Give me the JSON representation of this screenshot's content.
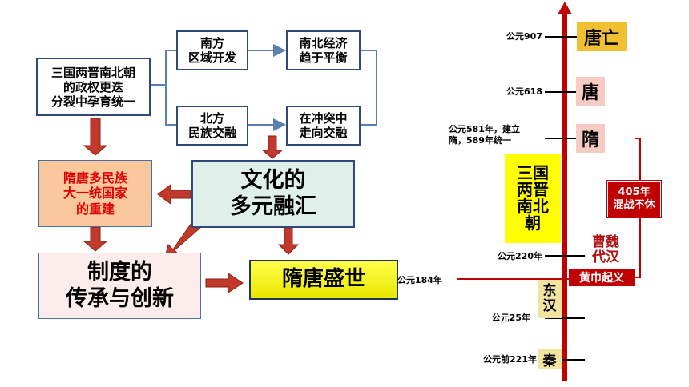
{
  "flowchart": {
    "origin": "三国两晋南北朝\n的政权更迭\n分裂中孕育统一",
    "south_dev": "南方\n区域开发",
    "north_fusion": "北方\n民族交融",
    "economy_balance": "南北经济\n趋于平衡",
    "conflict_fusion": "在冲突中\n走向交融",
    "culture": "文化的\n多元融汇",
    "reunification": "隋唐多民族\n大一统国家\n的重建",
    "institutions": "制度的\n传承与创新",
    "prosperity": "隋唐盛世"
  },
  "timeline": {
    "ticks": [
      {
        "year": "公元907",
        "era": "唐亡"
      },
      {
        "year": "公元618",
        "era": "唐"
      },
      {
        "year": "公元581年，建立\n隋，589年统一",
        "era": "隋"
      },
      {
        "year": "公元220年",
        "era": ""
      },
      {
        "year": "公元184年",
        "era": ""
      },
      {
        "year": "公元25年",
        "era": ""
      },
      {
        "year": "公元前221年",
        "era": "秦"
      }
    ],
    "three_kingdoms": "三国\n两晋\n南北\n朝",
    "cao_wei": "曹魏\n代汉",
    "yellow_turban": "黄巾起义",
    "eastern_han": "东\n汉",
    "war_years": "405年\n混战不休"
  },
  "colors": {
    "axis": "#c00000",
    "connector": "#5b7fb0",
    "arrow": "#c0392b",
    "box_border": "#2e4a7a",
    "culture_fill": "#dff0ea",
    "reunification_fill": "#fbc79c",
    "reunification_text": "#e00000",
    "prosperity_fill": "#ffff00",
    "institutions_fill": "#fdecec",
    "tang_end_fill": "#f0c030",
    "sui_tang_fill": "#f6cbc4",
    "three_kingdoms_fill": "#ffff00",
    "han_fill": "#f0e4a0"
  }
}
